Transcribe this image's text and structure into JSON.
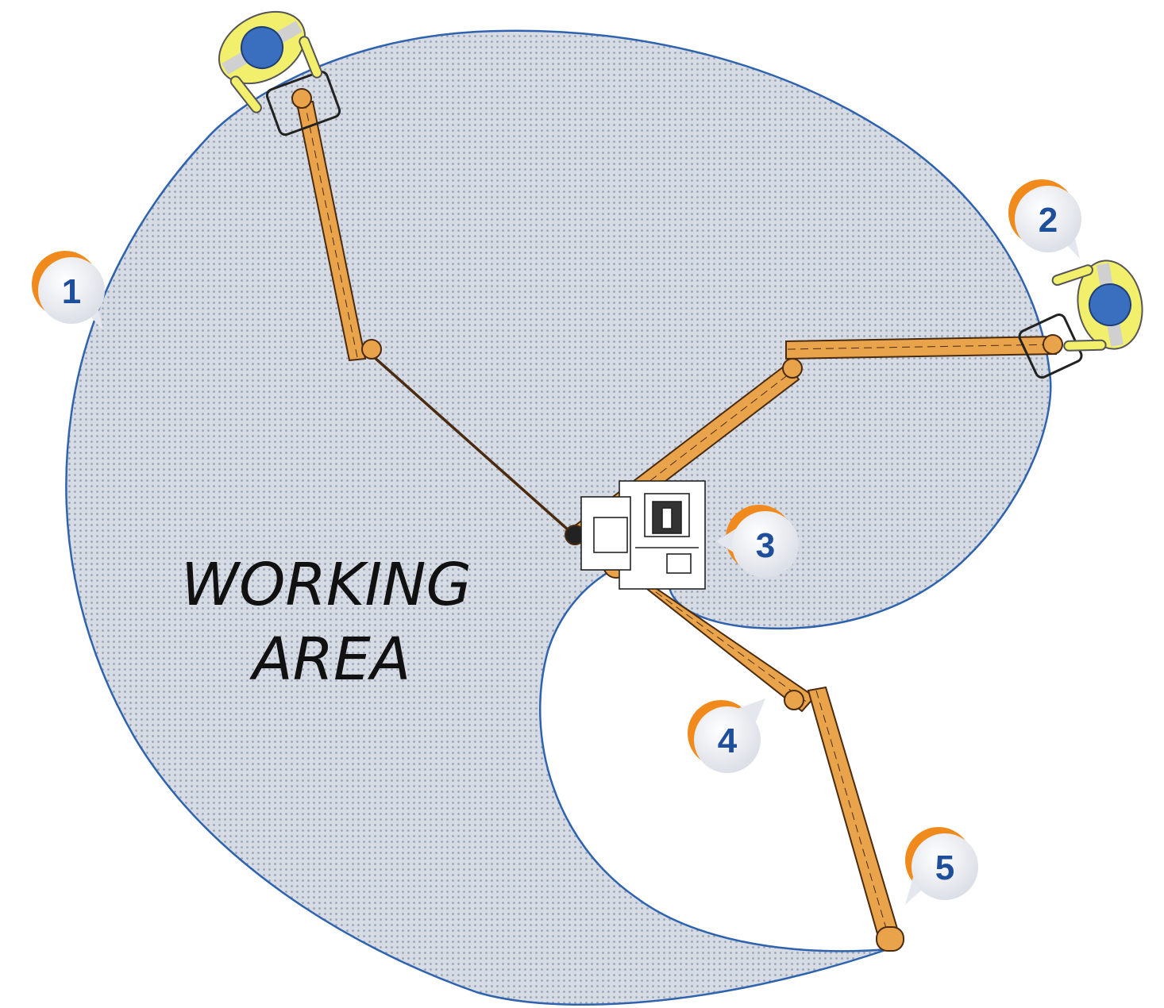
{
  "area_label": {
    "line1": "WORKING",
    "line2": "AREA"
  },
  "markers": [
    {
      "id": 1,
      "label": "1"
    },
    {
      "id": 2,
      "label": "2"
    },
    {
      "id": 3,
      "label": "3"
    },
    {
      "id": 4,
      "label": "4"
    },
    {
      "id": 5,
      "label": "5"
    }
  ],
  "colors": {
    "area_fill": "#c9d0dd",
    "area_outline": "#2f63ad",
    "boom": "#e9a34a",
    "boom_outline": "#4a2b10",
    "marker_accent": "#f08a1c",
    "marker_text": "#1f4f9a",
    "worker_jacket": "#f2ef6c",
    "worker_helmet": "#3a6fbf"
  },
  "icons": [
    "worker-icon",
    "basket-icon",
    "chassis-icon",
    "position-marker-icon"
  ]
}
